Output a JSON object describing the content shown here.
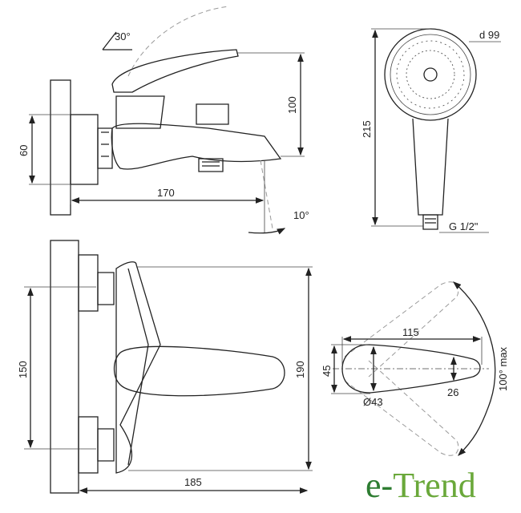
{
  "side_view": {
    "angle_lever": "30°",
    "height_100": "100",
    "width_60": "60",
    "length_170": "170",
    "angle_spout": "10°"
  },
  "shower_head": {
    "diameter": "d 99",
    "length": "215",
    "thread": "G 1/2\""
  },
  "front_view": {
    "spacing": "150",
    "height": "190",
    "depth": "185"
  },
  "handle_top": {
    "length": "115",
    "width": "45",
    "tip": "26",
    "diameter": "Ø43",
    "rotation": "100° max"
  },
  "logo": {
    "text_e": "e-",
    "text_trend": "Trend"
  },
  "colors": {
    "logo_dark": "#2e7d32",
    "logo_light": "#7cb342"
  }
}
